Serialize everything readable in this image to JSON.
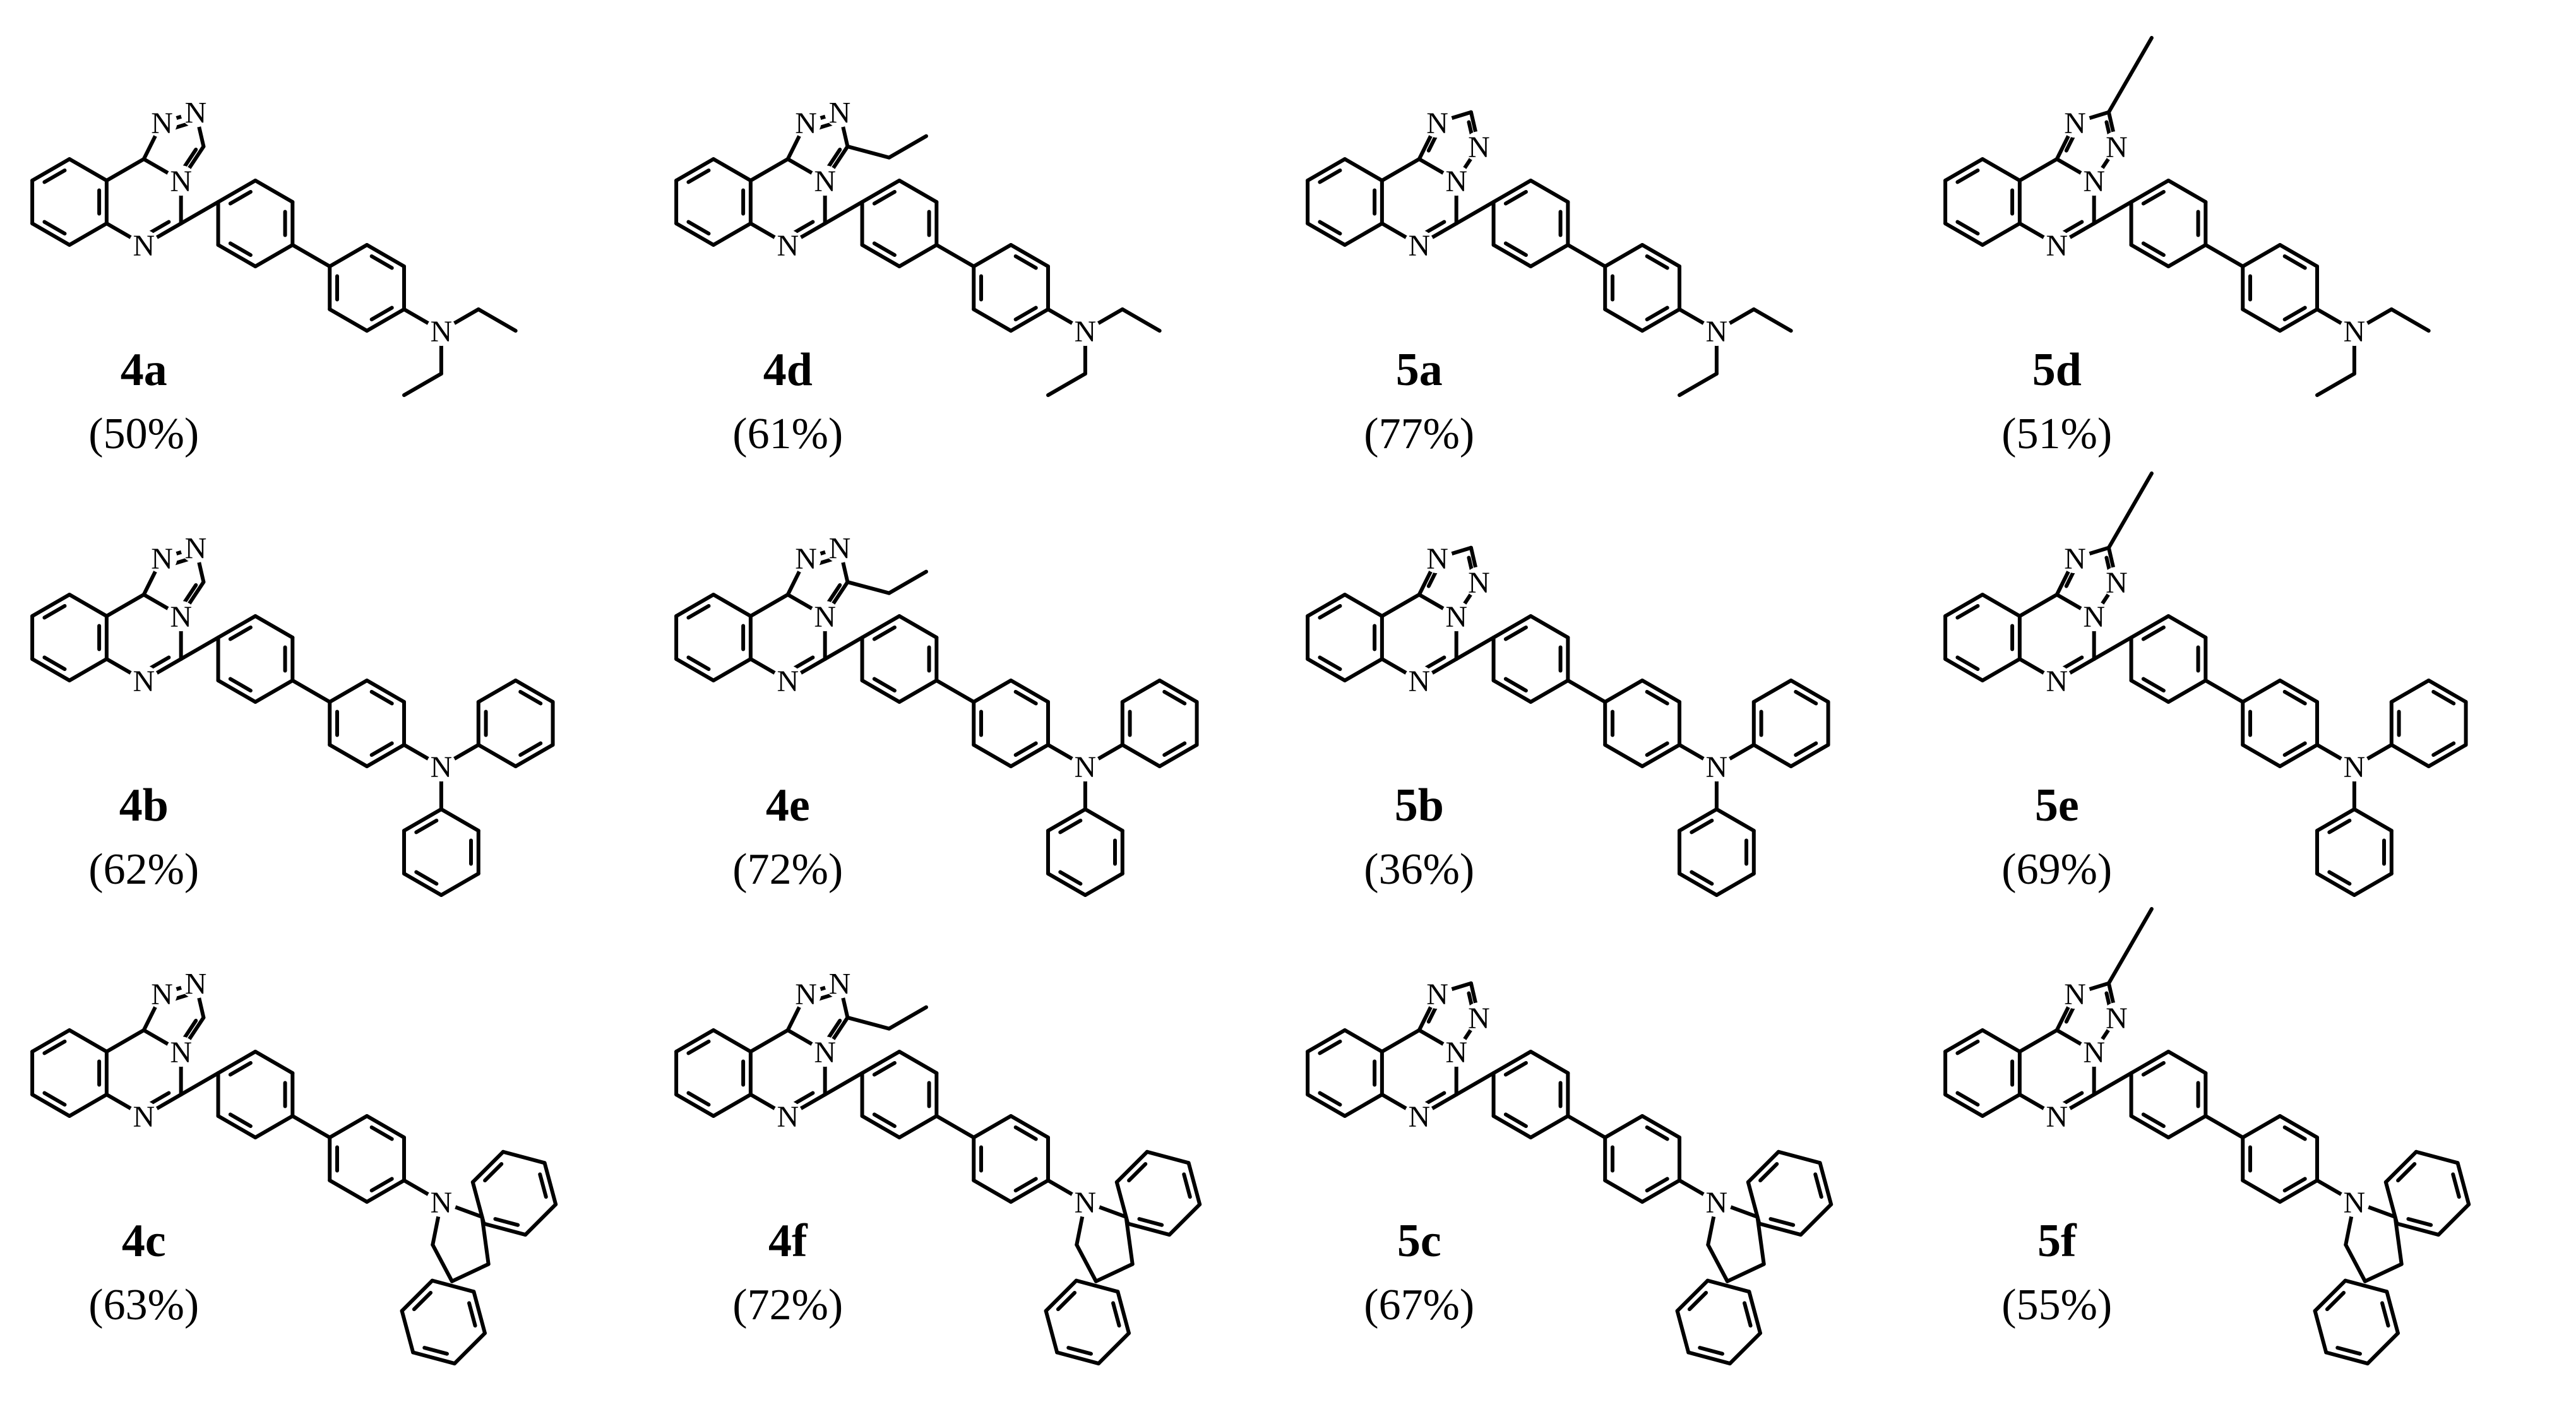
{
  "compounds": [
    {
      "id": "4a",
      "yield": "(50%)",
      "core": "triazolo_4_3",
      "ethyl": false,
      "amine": "NEt2"
    },
    {
      "id": "4d",
      "yield": "(61%)",
      "core": "triazolo_4_3",
      "ethyl": true,
      "amine": "NEt2"
    },
    {
      "id": "5a",
      "yield": "(77%)",
      "core": "triazolo_1_5",
      "ethyl": false,
      "amine": "NEt2"
    },
    {
      "id": "5d",
      "yield": "(51%)",
      "core": "triazolo_1_5",
      "ethyl": true,
      "amine": "NEt2"
    },
    {
      "id": "4b",
      "yield": "(62%)",
      "core": "triazolo_4_3",
      "ethyl": false,
      "amine": "NPh2"
    },
    {
      "id": "4e",
      "yield": "(72%)",
      "core": "triazolo_4_3",
      "ethyl": true,
      "amine": "NPh2"
    },
    {
      "id": "5b",
      "yield": "(36%)",
      "core": "triazolo_1_5",
      "ethyl": false,
      "amine": "NPh2"
    },
    {
      "id": "5e",
      "yield": "(69%)",
      "core": "triazolo_1_5",
      "ethyl": true,
      "amine": "NPh2"
    },
    {
      "id": "4c",
      "yield": "(63%)",
      "core": "triazolo_4_3",
      "ethyl": false,
      "amine": "carbazole"
    },
    {
      "id": "4f",
      "yield": "(72%)",
      "core": "triazolo_4_3",
      "ethyl": true,
      "amine": "carbazole"
    },
    {
      "id": "5c",
      "yield": "(67%)",
      "core": "triazolo_1_5",
      "ethyl": false,
      "amine": "carbazole"
    },
    {
      "id": "5f",
      "yield": "(55%)",
      "core": "triazolo_1_5",
      "ethyl": true,
      "amine": "carbazole"
    }
  ],
  "atom_labels": {
    "nitrogen": "N"
  }
}
